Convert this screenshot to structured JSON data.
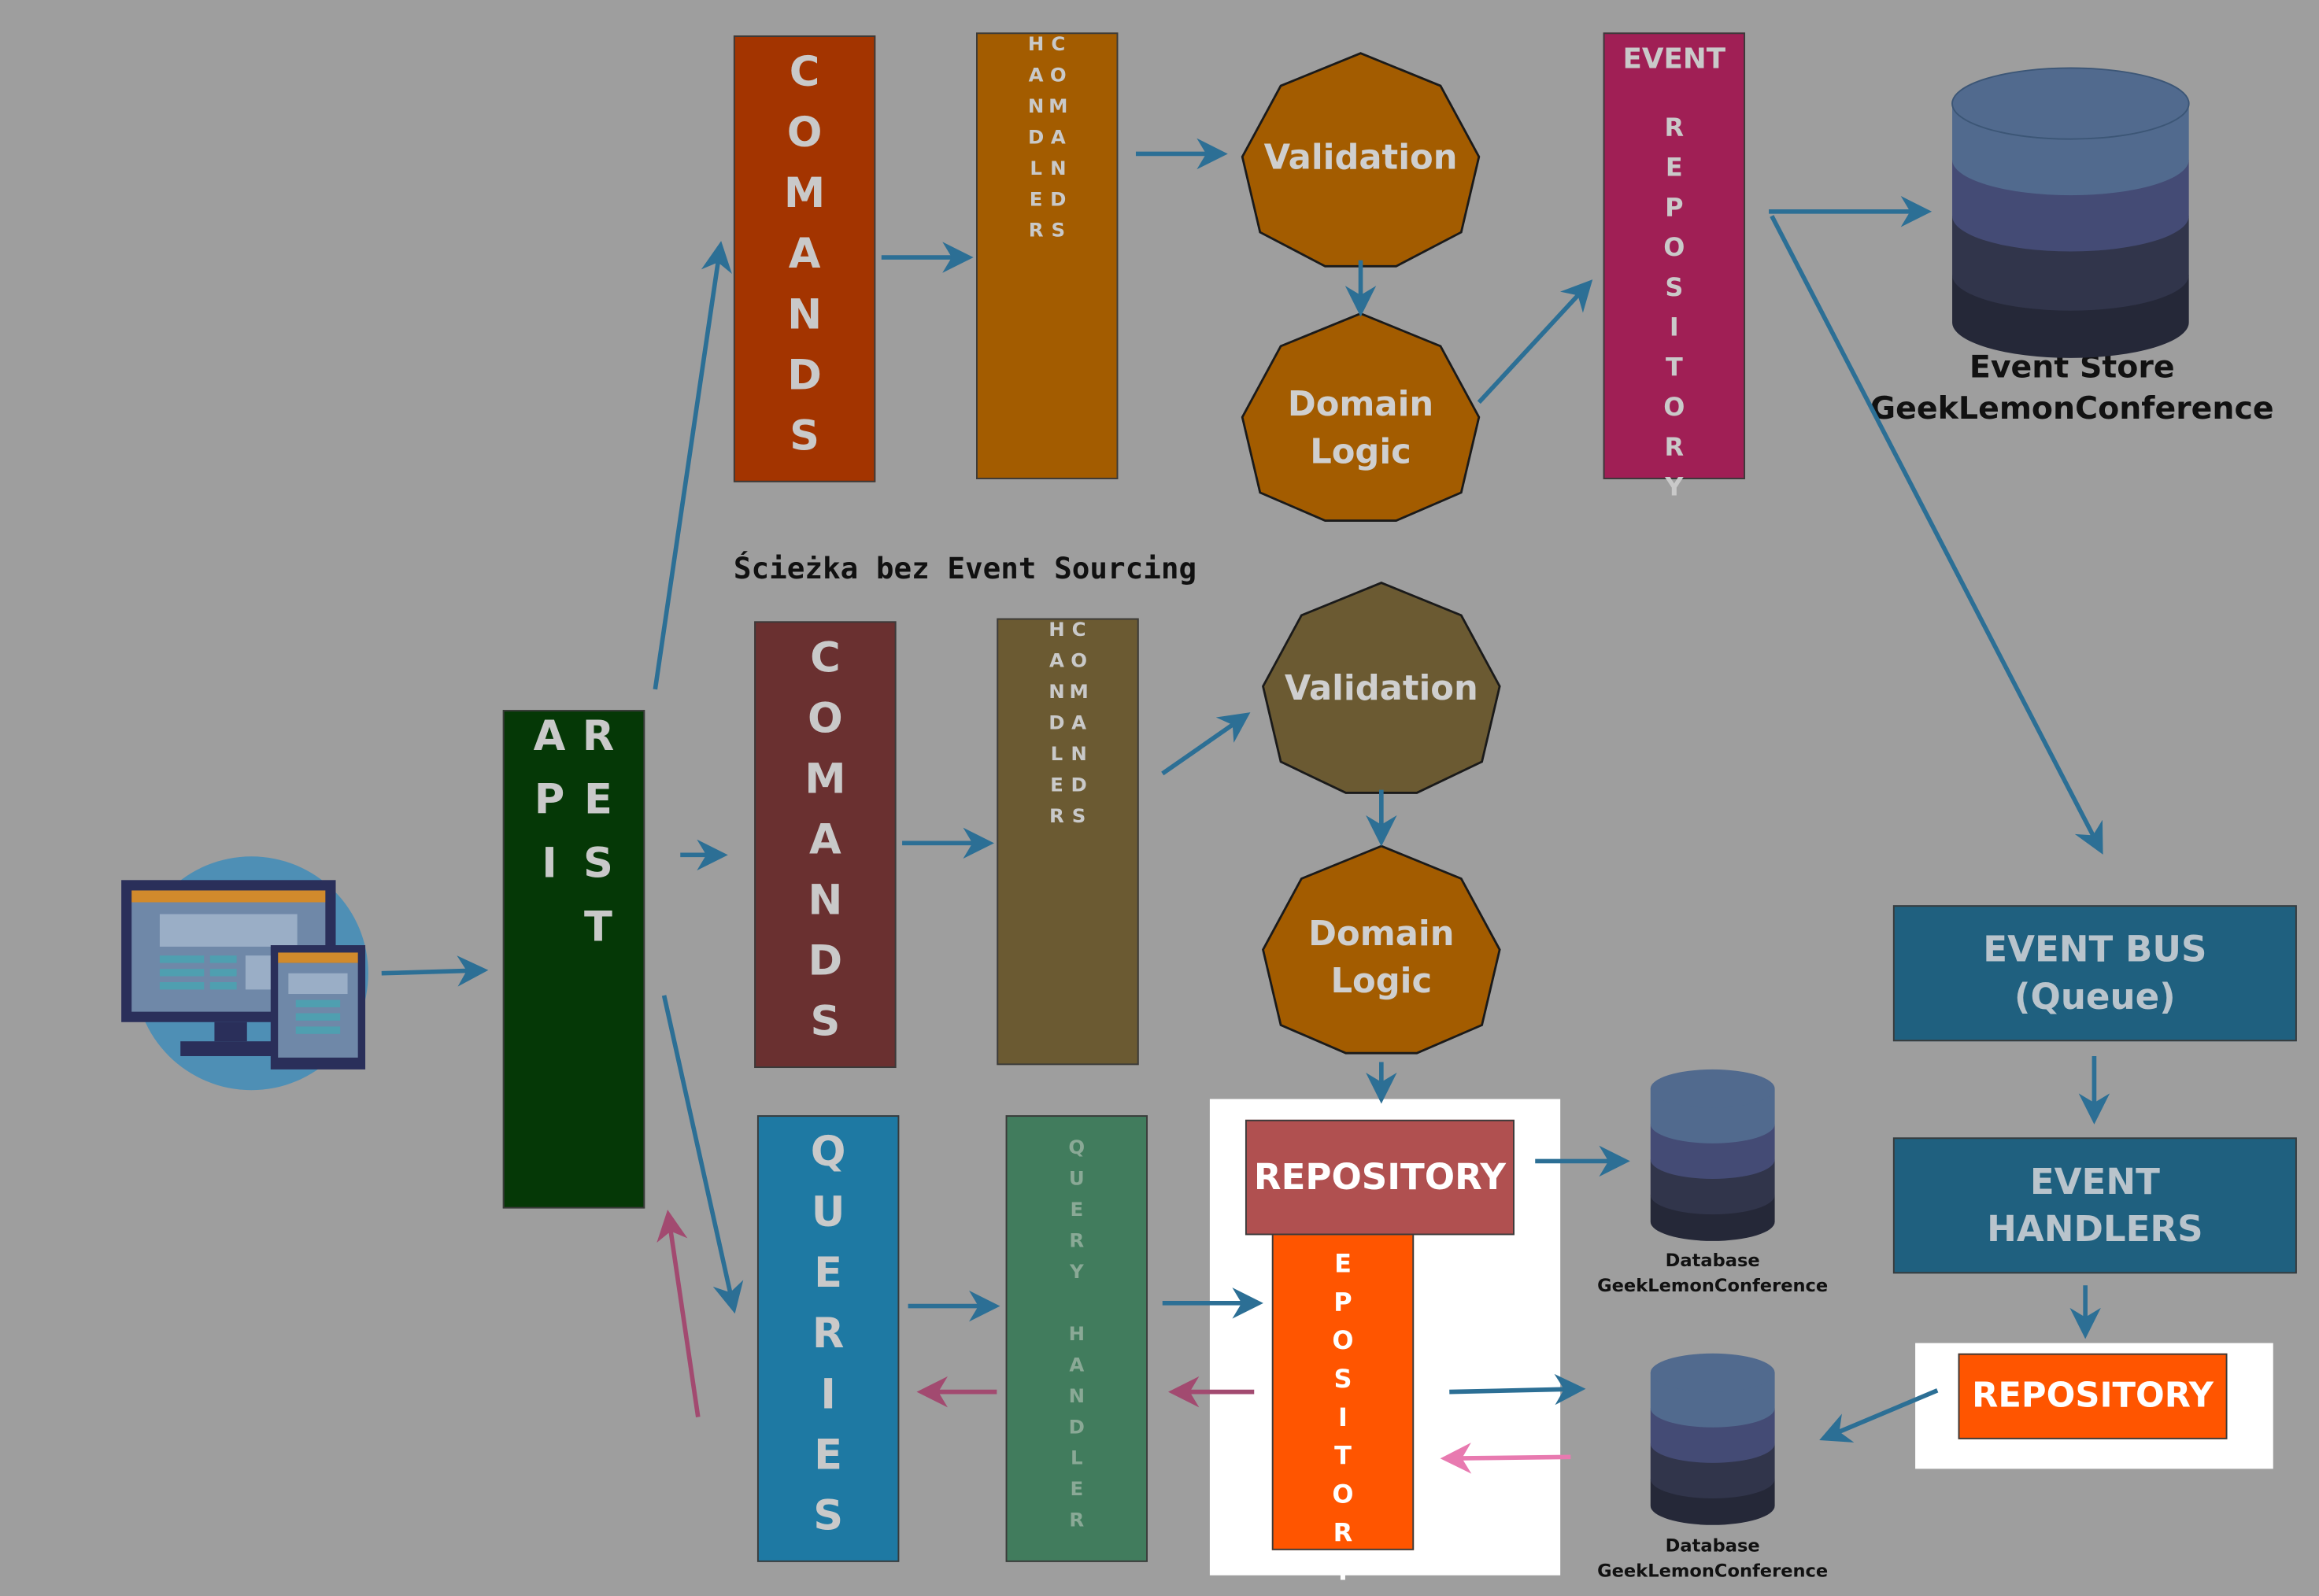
{
  "colors": {
    "background": "#9e9e9e",
    "arrow_blue": "#2c6f95",
    "arrow_pink": "#a24a70",
    "arrow_pink_light": "#e87ab0",
    "commands_top": "#a33400",
    "commands_handler_top": "#a35c00",
    "validation_top": "#a35c00",
    "event_repository": "#a01f55",
    "rest_api": "#053806",
    "commands_mid": "#6a3030",
    "commands_handler_mid": "#6b5a32",
    "queries": "#1e79a3",
    "query_handler": "#417c5d",
    "repository_header": "#b05050",
    "repository_orange": "#ff5500",
    "event_bus": "#1f607f"
  },
  "icons": {
    "client": "desktop-and-tablet-icon",
    "event_store": "database-icon",
    "database": "database-icon"
  },
  "client": {},
  "rest_api": {
    "label": "REST API"
  },
  "top_path": {
    "commands": "COMANDS",
    "commands_handler": "COMANDS HANDLER",
    "validation": "Validation",
    "domain_logic": "Domain\nLogic",
    "event_repository_title": "EVENT",
    "event_repository_body": "REPOSITORY",
    "event_store_line1": "Event Store",
    "event_store_line2": "GeekLemonConference"
  },
  "mid_path": {
    "heading": "Ścieżka bez Event Sourcing",
    "commands": "COMANDS",
    "commands_handler": "COMANDS HANDLER",
    "validation": "Validation",
    "domain_logic": "Domain\nLogic"
  },
  "query_path": {
    "queries": "QUERIES",
    "query_handler": "QUERY HANDLER",
    "repository_header": "REPOSITORY",
    "repository_body": "EPOSITORY"
  },
  "databases": {
    "db1_line1": "Database",
    "db1_line2": "GeekLemonConference",
    "db2_line1": "Database",
    "db2_line2": "GeekLemonConference"
  },
  "event_side": {
    "event_bus": "EVENT BUS\n(Queue)",
    "event_handlers": "EVENT\nHANDLERS",
    "repository": "REPOSITORY"
  }
}
